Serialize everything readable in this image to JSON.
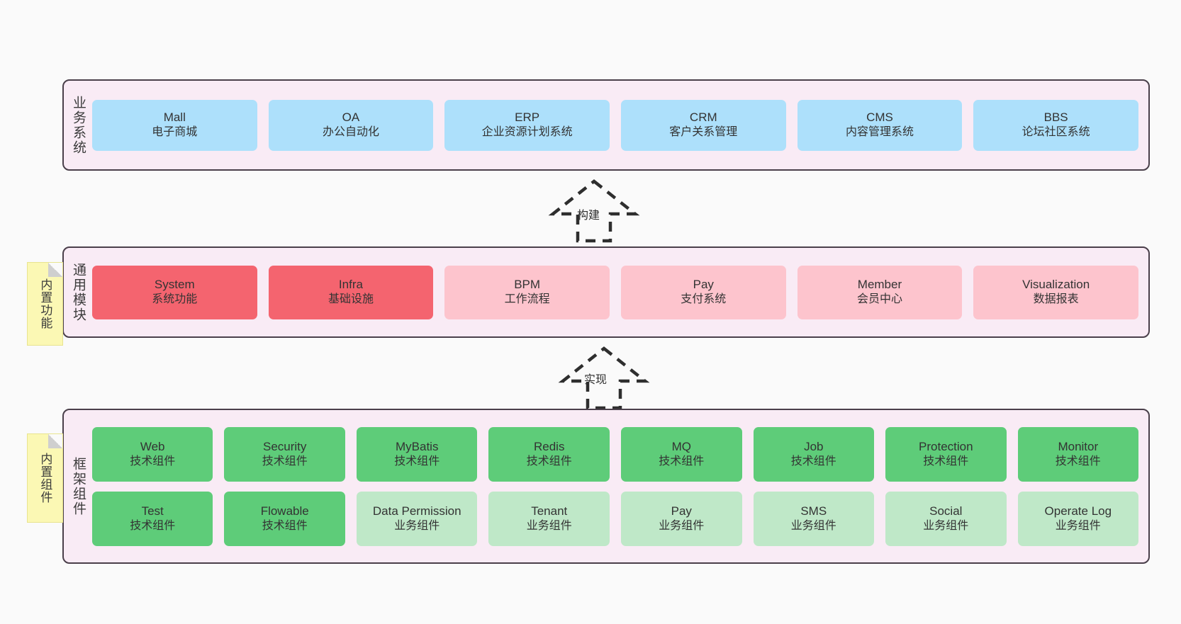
{
  "diagram": {
    "layers": [
      {
        "key": "business",
        "title": "业务系统",
        "note": null,
        "rows": [
          [
            {
              "name": "Mall",
              "desc": "电子商城",
              "color": "#ade0fb"
            },
            {
              "name": "OA",
              "desc": "办公自动化",
              "color": "#ade0fb"
            },
            {
              "name": "ERP",
              "desc": "企业资源计划系统",
              "color": "#ade0fb"
            },
            {
              "name": "CRM",
              "desc": "客户关系管理",
              "color": "#ade0fb"
            },
            {
              "name": "CMS",
              "desc": "内容管理系统",
              "color": "#ade0fb"
            },
            {
              "name": "BBS",
              "desc": "论坛社区系统",
              "color": "#ade0fb"
            }
          ]
        ]
      },
      {
        "key": "common",
        "title": "通用模块",
        "note": "内置功能",
        "rows": [
          [
            {
              "name": "System",
              "desc": "系统功能",
              "color": "#f4646f"
            },
            {
              "name": "Infra",
              "desc": "基础设施",
              "color": "#f4646f"
            },
            {
              "name": "BPM",
              "desc": "工作流程",
              "color": "#fdc4cd"
            },
            {
              "name": "Pay",
              "desc": "支付系统",
              "color": "#fdc4cd"
            },
            {
              "name": "Member",
              "desc": "会员中心",
              "color": "#fdc4cd"
            },
            {
              "name": "Visualization",
              "desc": "数据报表",
              "color": "#fdc4cd"
            }
          ]
        ]
      },
      {
        "key": "frame",
        "title": "框架组件",
        "note": "内置组件",
        "rows": [
          [
            {
              "name": "Web",
              "desc": "技术组件",
              "color": "#5ecc79"
            },
            {
              "name": "Security",
              "desc": "技术组件",
              "color": "#5ecc79"
            },
            {
              "name": "MyBatis",
              "desc": "技术组件",
              "color": "#5ecc79"
            },
            {
              "name": "Redis",
              "desc": "技术组件",
              "color": "#5ecc79"
            },
            {
              "name": "MQ",
              "desc": "技术组件",
              "color": "#5ecc79"
            },
            {
              "name": "Job",
              "desc": "技术组件",
              "color": "#5ecc79"
            },
            {
              "name": "Protection",
              "desc": "技术组件",
              "color": "#5ecc79"
            },
            {
              "name": "Monitor",
              "desc": "技术组件",
              "color": "#5ecc79"
            }
          ],
          [
            {
              "name": "Test",
              "desc": "技术组件",
              "color": "#5ecc79"
            },
            {
              "name": "Flowable",
              "desc": "技术组件",
              "color": "#5ecc79"
            },
            {
              "name": "Data Permission",
              "desc": "业务组件",
              "color": "#bfe8c8"
            },
            {
              "name": "Tenant",
              "desc": "业务组件",
              "color": "#bfe8c8"
            },
            {
              "name": "Pay",
              "desc": "业务组件",
              "color": "#bfe8c8"
            },
            {
              "name": "SMS",
              "desc": "业务组件",
              "color": "#bfe8c8"
            },
            {
              "name": "Social",
              "desc": "业务组件",
              "color": "#bfe8c8"
            },
            {
              "name": "Operate Log",
              "desc": "业务组件",
              "color": "#bfe8c8"
            }
          ]
        ]
      }
    ],
    "arrows": [
      {
        "key": "build",
        "label": "构建",
        "from": "common",
        "to": "business",
        "style": "dashed-hollow-up"
      },
      {
        "key": "impl",
        "label": "实现",
        "from": "frame",
        "to": "common",
        "style": "dashed-hollow-up"
      }
    ],
    "colors": {
      "canvas": "#fafafa",
      "layer_bg": "#f9ebf5",
      "layer_border": "#4a3f4a",
      "note_bg": "#fbf8b4",
      "blue": "#ade0fb",
      "red": "#f4646f",
      "pink": "#fdc4cd",
      "green": "#5ecc79",
      "light_green": "#bfe8c8",
      "text": "#333333"
    }
  }
}
